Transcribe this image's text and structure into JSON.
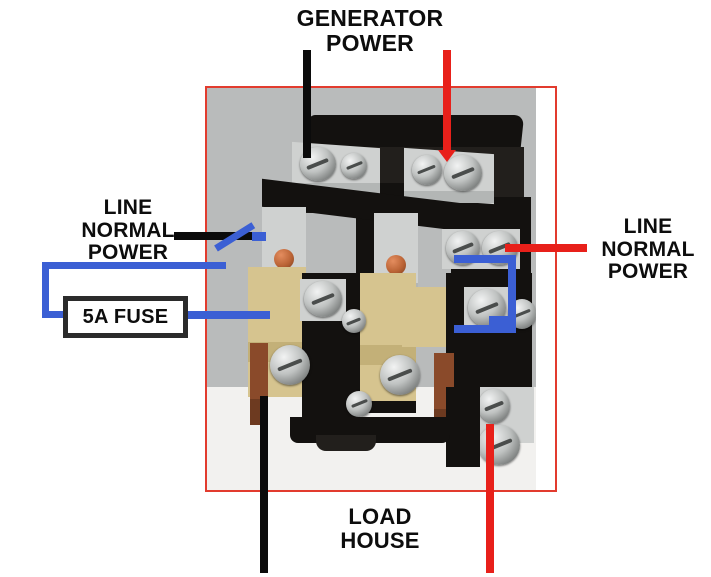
{
  "diagram": {
    "title": "Generator transfer switch / contactor wiring annotation",
    "labels": {
      "generator_power": "GENERATOR\nPOWER",
      "line_normal_power_left": "LINE\nNORMAL\nPOWER",
      "line_normal_power_right": "LINE\nNORMAL\nPOWER",
      "load_house": "LOAD\nHOUSE",
      "fuse": "5A FUSE"
    },
    "colors": {
      "annotation_box": "#e23b2e",
      "red_wire": "#e8201a",
      "black_wire": "#0b0b0b",
      "blue_wire": "#3b5fd4",
      "fuse_border": "#2b2b2b",
      "photo_background": "#b9bbbb",
      "text": "#0d0d0d"
    },
    "annotations": [
      {
        "name": "generator-power-black-lead",
        "color": "#0b0b0b",
        "target": "upper-left terminal screw"
      },
      {
        "name": "generator-power-red-lead",
        "color": "#e8201a",
        "target": "upper-right terminal screw"
      },
      {
        "name": "line-normal-power-left-black-lead",
        "color": "#0b0b0b",
        "target": "mid-left terminal"
      },
      {
        "name": "line-normal-power-right-red-lead",
        "color": "#e8201a",
        "target": "mid-right terminal"
      },
      {
        "name": "fuse-blue-jumper-left",
        "color": "#3b5fd4",
        "target": "left coil terminal"
      },
      {
        "name": "fuse-blue-jumper-right",
        "color": "#3b5fd4",
        "target": "right coil terminal"
      },
      {
        "name": "load-house-black-lead",
        "color": "#0b0b0b",
        "target": "lower-left load terminal"
      },
      {
        "name": "load-house-red-lead",
        "color": "#e8201a",
        "target": "lower-right load terminal"
      }
    ]
  }
}
